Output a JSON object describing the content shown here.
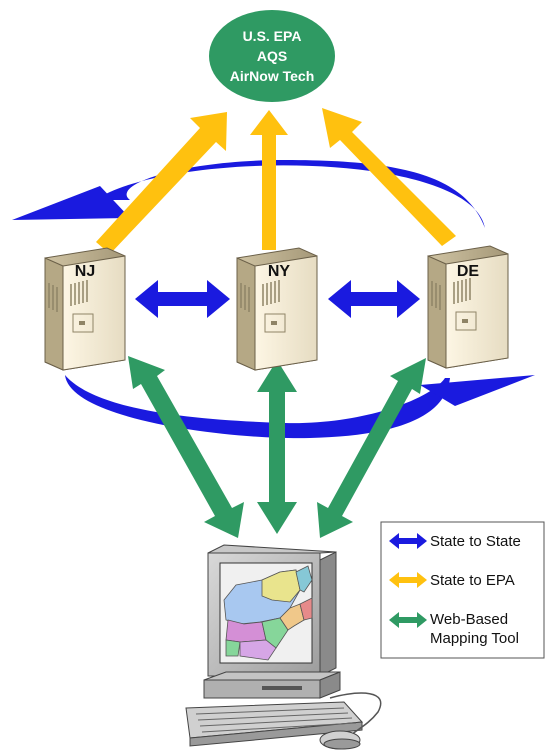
{
  "epa_node": {
    "line1": "U.S. EPA",
    "line2": "AQS",
    "line3": "AirNow Tech",
    "color": "#2f9a63"
  },
  "servers": [
    {
      "label": "NJ"
    },
    {
      "label": "NY"
    },
    {
      "label": "DE"
    }
  ],
  "legend": [
    {
      "label": "State to State",
      "color": "#1a1adf"
    },
    {
      "label": "State to EPA",
      "color": "#ffc10f"
    },
    {
      "label": "Web-Based",
      "label2": "Mapping Tool",
      "color": "#2f9a63"
    }
  ],
  "colors": {
    "state_to_state": "#1a1adf",
    "state_to_epa": "#ffc10f",
    "web_mapping": "#2f9a63"
  },
  "icons": [
    "server-icon",
    "workstation-computer-icon",
    "map-icon",
    "keyboard-icon",
    "mouse-icon"
  ]
}
